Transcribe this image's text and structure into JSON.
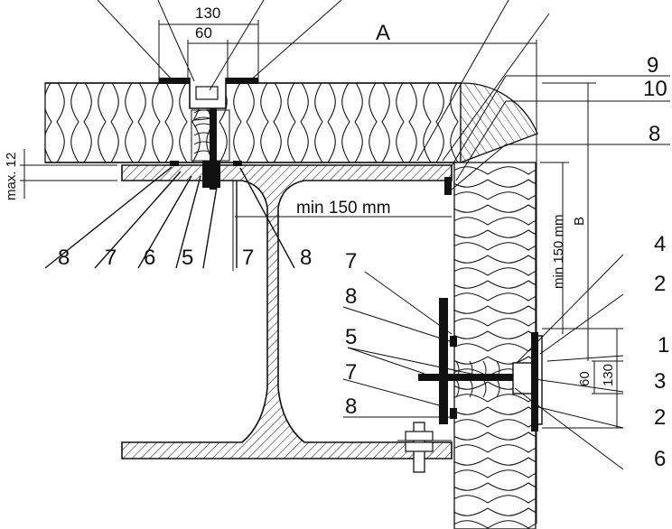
{
  "dimensions": {
    "d130_top": "130",
    "d60_top": "60",
    "A": "A",
    "B": "B",
    "min150_h": "min 150 mm",
    "min150_v": "min 150 mm",
    "max12": "max. 12",
    "d60_right": "60",
    "d130_right": "130"
  },
  "callouts": {
    "bottom_row": [
      "8",
      "7",
      "6",
      "5",
      "7",
      "8"
    ],
    "right_upper": [
      "9",
      "10",
      "8"
    ],
    "right_lower": [
      "4",
      "2",
      "1",
      "3",
      "2",
      "6"
    ],
    "middle_left": [
      "7",
      "8",
      "5",
      "7",
      "8"
    ]
  }
}
